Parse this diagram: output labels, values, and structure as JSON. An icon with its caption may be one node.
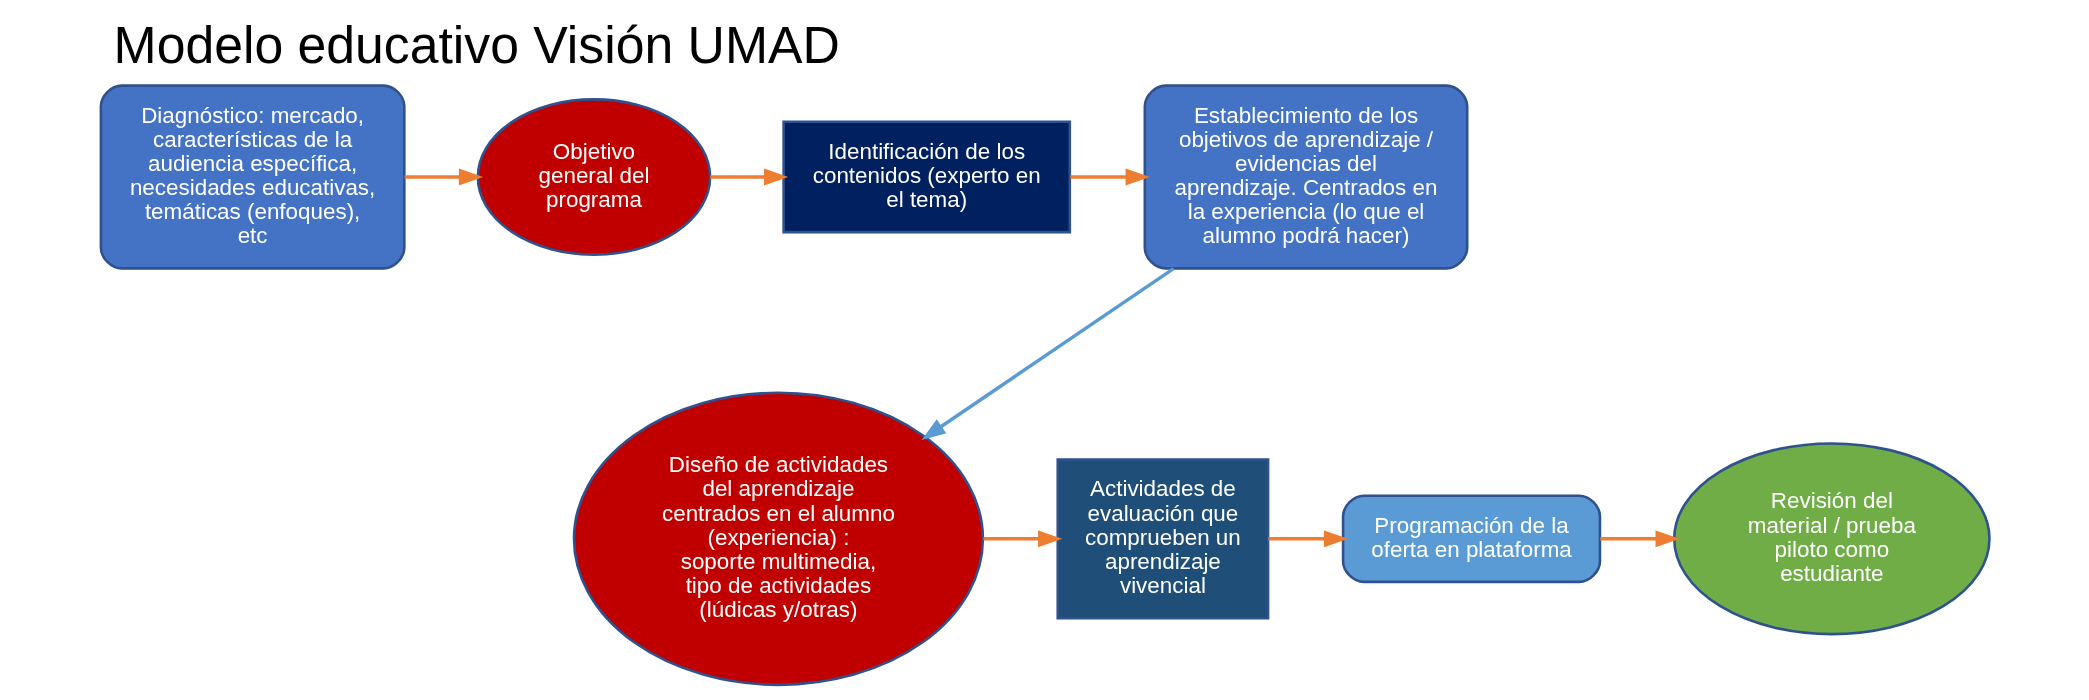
{
  "diagram": {
    "title": "Modelo educativo Visión UMAD",
    "nodes": [
      {
        "text": [
          "Diagnóstico: mercado, características de la audiencia específica, necesidades educativas, temáticas (enfoques), etc"
        ]
      },
      {
        "text": [
          "Objetivo general del programa"
        ]
      },
      {
        "text": [
          "Identificación de los contenidos (experto en el tema)"
        ]
      },
      {
        "text": [
          "Establecimiento de los objetivos de aprendizaje / evidencias del aprendizaje. Centrados en la experiencia (lo que el alumno podrá hacer)"
        ]
      },
      {
        "text": [
          "Diseño de actividades del aprendizaje centrados en el alumno (experiencia) : soporte multimedia, tipo de actividades (lúdicas y/otras)"
        ]
      },
      {
        "text": [
          "Actividades de evaluación que comprueben un aprendizaje vivencial"
        ]
      },
      {
        "text": [
          "Programación de la oferta en plataforma"
        ]
      },
      {
        "text": [
          "Revisión del material / prueba piloto como estudiante"
        ]
      }
    ],
    "edges": [
      {
        "from": 0,
        "to": 1,
        "arrow": "to"
      },
      {
        "from": 1,
        "to": 2,
        "arrow": "to"
      },
      {
        "from": 2,
        "to": 3,
        "arrow": "to"
      },
      {
        "from": 3,
        "to": 4,
        "arrow": "to",
        "color": "#5b9bd5"
      },
      {
        "from": 4,
        "to": 5,
        "arrow": "to"
      },
      {
        "from": 5,
        "to": 6,
        "arrow": "to"
      },
      {
        "from": 6,
        "to": 7,
        "arrow": "to"
      }
    ]
  }
}
